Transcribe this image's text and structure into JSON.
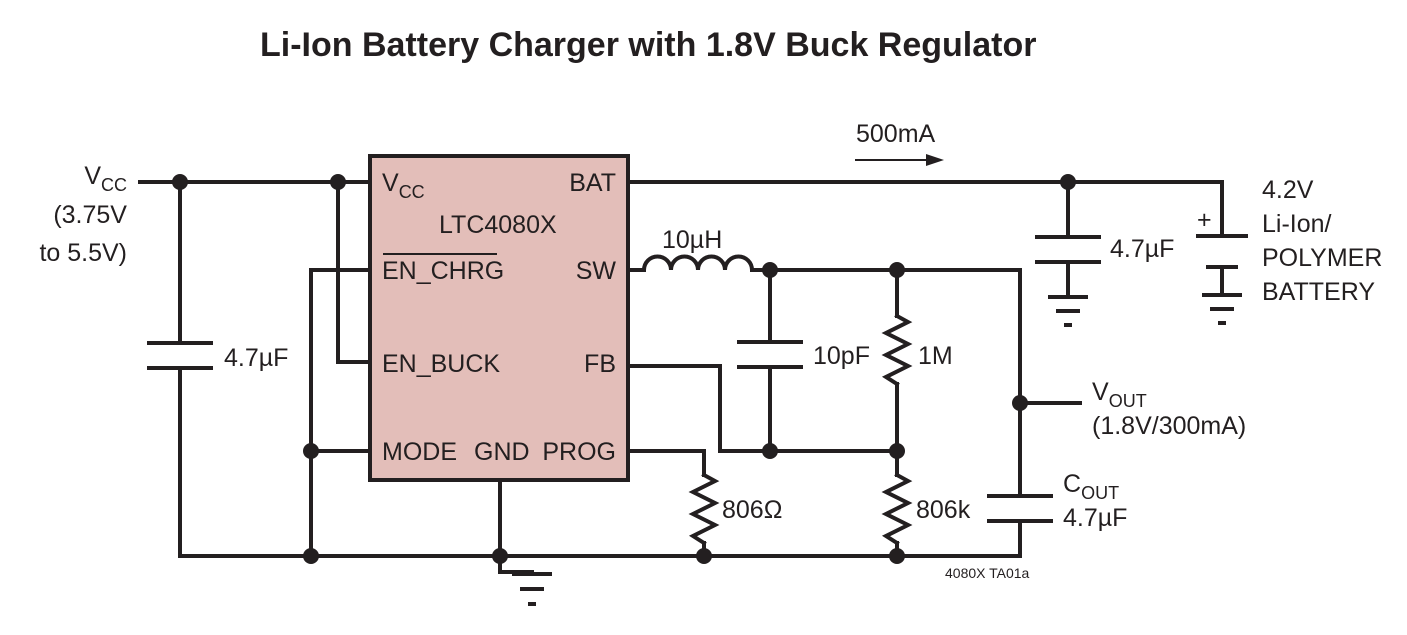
{
  "title": "Li-Ion Battery Charger with 1.8V Buck Regulator",
  "ic": {
    "name": "LTC4080X",
    "fill": "#e3beb9",
    "pins": {
      "vcc_main": "V",
      "vcc_sub": "CC",
      "en_chrg": "EN_CHRG",
      "en_buck": "EN_BUCK",
      "mode": "MODE",
      "gnd": "GND",
      "prog": "PROG",
      "bat": "BAT",
      "sw": "SW",
      "fb": "FB"
    }
  },
  "input": {
    "label_main": "V",
    "label_sub": "CC",
    "range_line1": "(3.75V",
    "range_line2": "to 5.5V)"
  },
  "components": {
    "c_in": "4.7µF",
    "c_bat": "4.7µF",
    "inductor": "10µH",
    "c_ff": "10pF",
    "r_top": "1M",
    "r_bottom": "806k",
    "r_prog": "806Ω",
    "c_out_main": "C",
    "c_out_sub": "OUT",
    "c_out_value": "4.7µF"
  },
  "output": {
    "label_main": "V",
    "label_sub": "OUT",
    "spec": "(1.8V/300mA)"
  },
  "battery": {
    "plus": "+",
    "line1": "4.2V",
    "line2": "Li-Ion/",
    "line3": "POLYMER",
    "line4": "BATTERY"
  },
  "charge_current": "500mA",
  "figure_id": "4080X TA01a"
}
